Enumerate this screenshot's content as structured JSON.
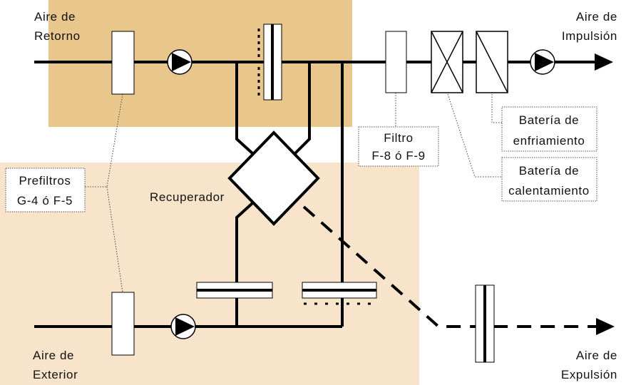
{
  "labels": {
    "return_air": [
      "Aire de",
      "Retorno"
    ],
    "supply_air": [
      "Aire de",
      "Impulsión"
    ],
    "outside_air": [
      "Aire de",
      "Exterior"
    ],
    "exhaust_air": [
      "Aire de",
      "Expulsión"
    ],
    "prefilters": [
      "Prefiltros",
      "G-4 ó F-5"
    ],
    "filter": [
      "Filtro",
      "F-8 ó F-9"
    ],
    "cooling_coil": [
      "Batería de",
      "enfriamiento"
    ],
    "heating_coil": [
      "Batería de",
      "calentamiento"
    ],
    "heat_recovery": "Recuperador"
  },
  "colors": {
    "return_zone": "#e9c68c",
    "outside_zone": "#f8e4cb",
    "line": "#000000",
    "label_border": "#555555"
  }
}
